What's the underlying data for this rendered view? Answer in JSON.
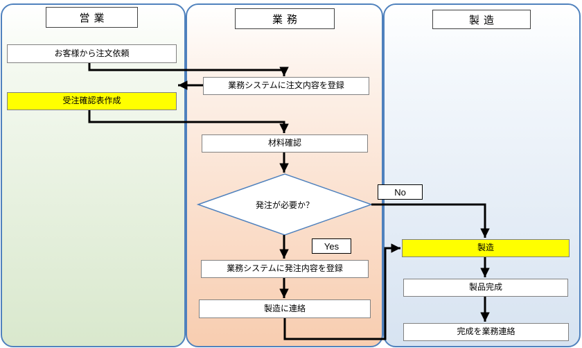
{
  "diagram": {
    "lanes": [
      {
        "id": "sales",
        "title": "営業"
      },
      {
        "id": "operations",
        "title": "業務"
      },
      {
        "id": "manufacturing",
        "title": "製造"
      }
    ],
    "nodes": {
      "customer_order": {
        "label": "お客様から注文依頼"
      },
      "order_confirmation": {
        "label": "受注確認表作成",
        "highlight": "yellow"
      },
      "register_order": {
        "label": "業務システムに注文内容を登録"
      },
      "material_check": {
        "label": "材料確認"
      },
      "decision": {
        "label": "発注が必要か？"
      },
      "register_purchase": {
        "label": "業務システムに発注内容を登録"
      },
      "contact_manufacturing": {
        "label": "製造に連絡"
      },
      "manufacture": {
        "label": "製造",
        "highlight": "yellow"
      },
      "product_complete": {
        "label": "製品完成"
      },
      "report_complete": {
        "label": "完成を業務連絡"
      }
    },
    "branch_labels": {
      "yes": {
        "label": "Yes"
      },
      "no": {
        "label": "No"
      }
    },
    "colors": {
      "lane_border": "#4f81bd",
      "highlight": "#ffff00",
      "connector": "#000000",
      "lane_sales_bottom": "#d9e8cd",
      "lane_operations_bottom": "#f8cdb0",
      "lane_manufacturing_bottom": "#d7e3f1"
    }
  }
}
